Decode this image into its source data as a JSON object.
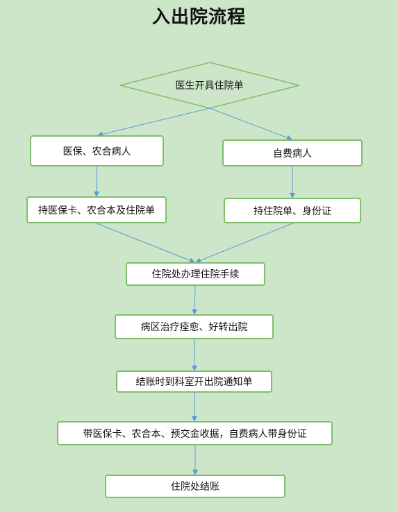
{
  "title": "入出院流程",
  "colors": {
    "background": "#cde6c9",
    "box_border": "#7fbf6a",
    "arrow": "#5b9bd5"
  },
  "nodes": {
    "decision": "医生开具住院单",
    "insured": "医保、农合病人",
    "selfpay": "自费病人",
    "insured_docs": "持医保卡、农合本及住院单",
    "selfpay_docs": "持住院单、身份证",
    "admission": "住院处办理住院手续",
    "treatment": "病区治疗痊愈、好转出院",
    "notice": "结账时到科室开出院通知单",
    "bring_docs": "带医保卡、农合本、预交金收据，自费病人带身份证",
    "checkout": "住院处结账"
  }
}
